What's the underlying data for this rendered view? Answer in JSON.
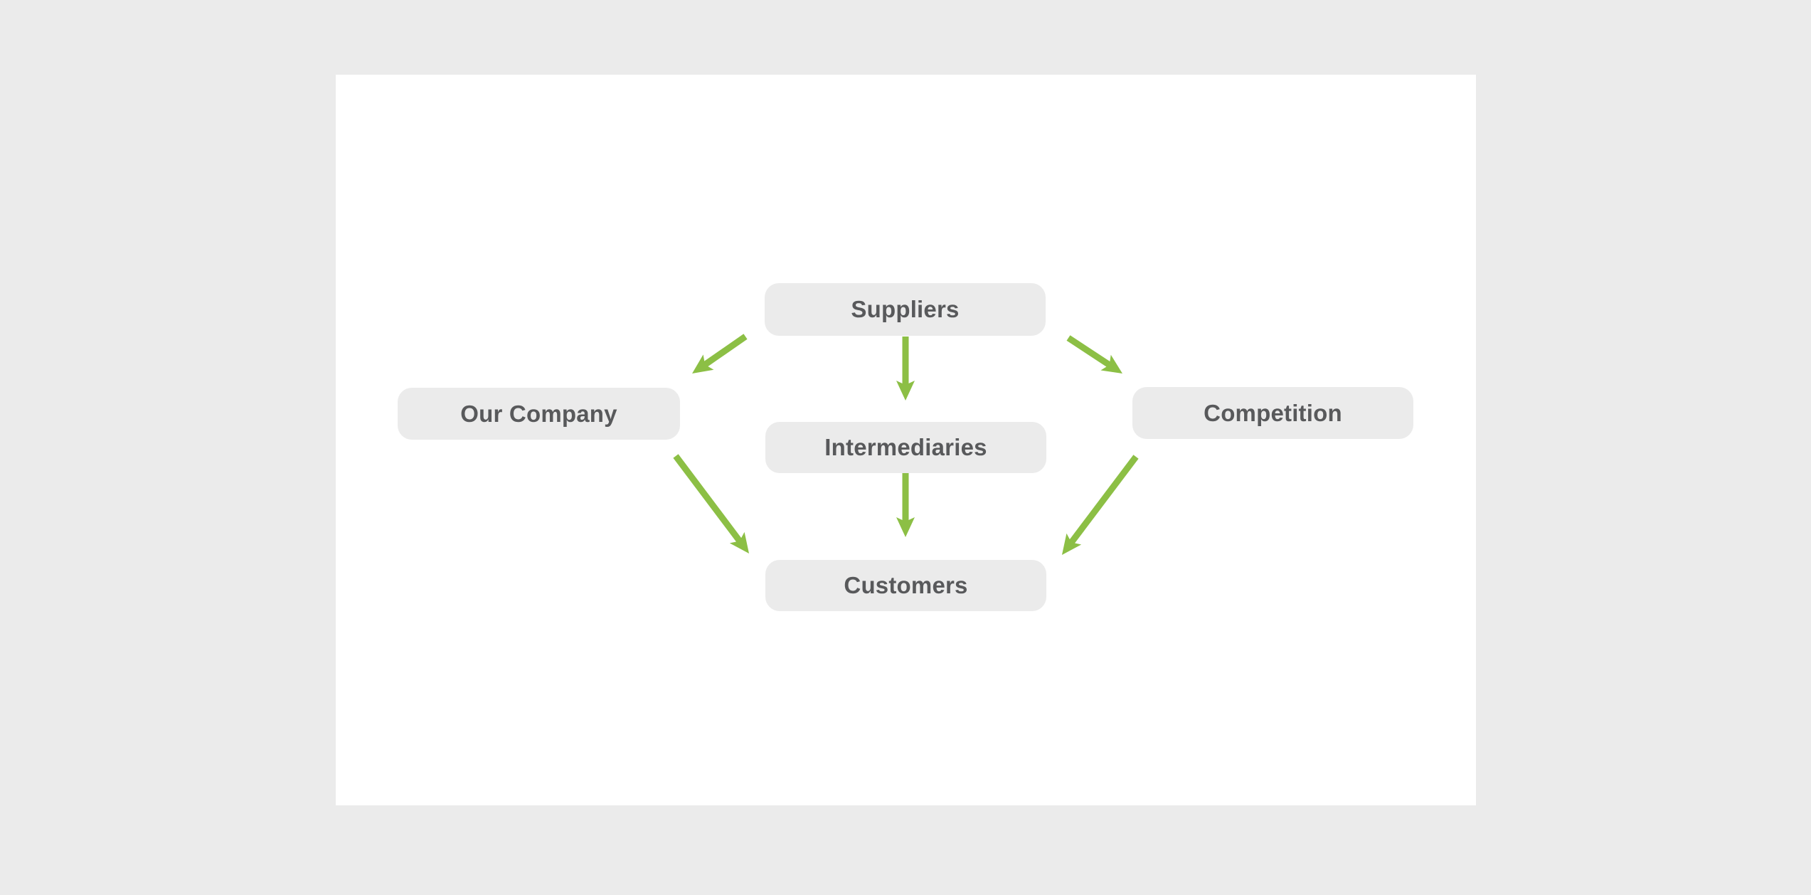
{
  "colors": {
    "background": "#ebebeb",
    "canvas": "#ffffff",
    "node_fill": "#ebebeb",
    "node_text": "#58595b",
    "arrow": "#8cbf45"
  },
  "diagram": {
    "type": "flow-diagram",
    "nodes": {
      "suppliers": {
        "label": "Suppliers"
      },
      "our_company": {
        "label": "Our Company"
      },
      "intermediaries": {
        "label": "Intermediaries"
      },
      "competition": {
        "label": "Competition"
      },
      "customers": {
        "label": "Customers"
      }
    },
    "edges": [
      {
        "from": "Suppliers",
        "to": "Our Company"
      },
      {
        "from": "Suppliers",
        "to": "Intermediaries"
      },
      {
        "from": "Suppliers",
        "to": "Competition"
      },
      {
        "from": "Our Company",
        "to": "Customers"
      },
      {
        "from": "Intermediaries",
        "to": "Customers"
      },
      {
        "from": "Competition",
        "to": "Customers"
      }
    ]
  }
}
